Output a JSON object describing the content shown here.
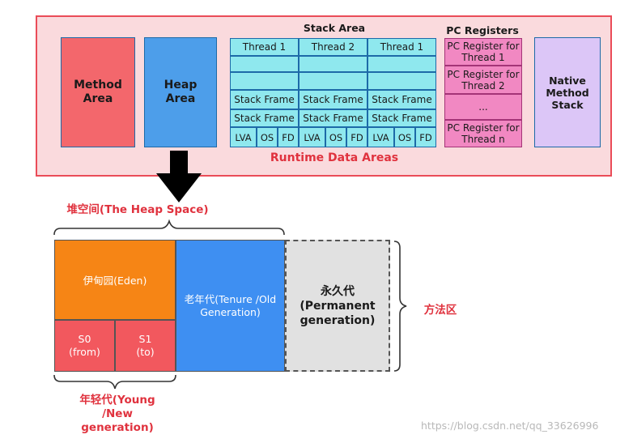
{
  "runtime": {
    "title": "Runtime Data Areas",
    "method_area": "Method\nArea",
    "heap_area": "Heap\nArea",
    "native_stack": "Native\nMethod\nStack",
    "stack": {
      "title": "Stack Area",
      "threads": [
        "Thread 1",
        "Thread 2",
        "Thread 1"
      ],
      "frame_label": "Stack Frame",
      "parts": [
        "LVA",
        "OS",
        "FD"
      ]
    },
    "pc": {
      "title": "PC Registers",
      "items": [
        "PC Register for\nThread 1",
        "PC Register for\nThread 2",
        "...",
        "PC Register for\nThread n"
      ]
    }
  },
  "heap": {
    "title": "堆空间(The Heap Space)",
    "eden": "伊甸园(Eden)",
    "s0": "S0\n(from)",
    "s1": "S1\n(to)",
    "tenure": "老年代(Tenure /Old\nGeneration)",
    "permanent": "永久代\n(Permanent\ngeneration)",
    "method_area_label": "方法区",
    "young": "年轻代(Young\n/New\ngeneration)"
  },
  "colors": {
    "runtime_bg": "#fadadd",
    "runtime_border": "#ea4c58",
    "method_area": "#f3676c",
    "heap_area": "#4d9eea",
    "stack_cell": "#8fe8ee",
    "pc_cell": "#f188c2",
    "native": "#dcc6f7",
    "eden": "#f68515",
    "survivor": "#f2585e",
    "tenure": "#3e8ff2",
    "permanent": "#e1e1e1",
    "label_red": "#e0323e"
  },
  "watermark": "https://blog.csdn.net/qq_33626996"
}
